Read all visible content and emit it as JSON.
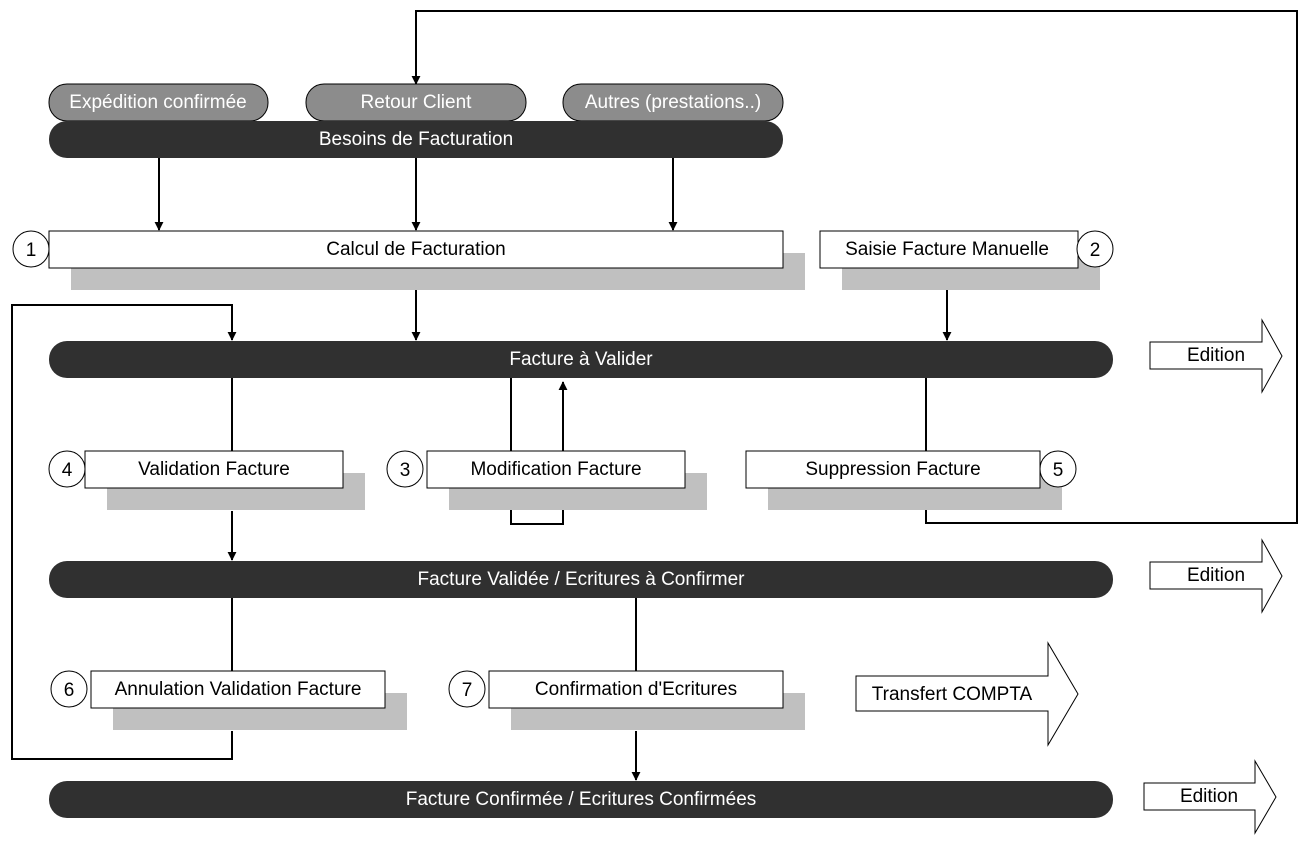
{
  "sources": {
    "expedition": "Expédition confirmée",
    "retour": "Retour Client",
    "autres": "Autres (prestations..)"
  },
  "bars": {
    "besoins": "Besoins de Facturation",
    "a_valider": "Facture à Valider",
    "validee": "Facture Validée / Ecritures à Confirmer",
    "confirmee": "Facture Confirmée / Ecritures Confirmées"
  },
  "processes": {
    "calcul": {
      "num": "1",
      "label": "Calcul de Facturation"
    },
    "saisie": {
      "num": "2",
      "label": "Saisie Facture Manuelle"
    },
    "modification": {
      "num": "3",
      "label": "Modification Facture"
    },
    "validation": {
      "num": "4",
      "label": "Validation Facture"
    },
    "suppression": {
      "num": "5",
      "label": "Suppression Facture"
    },
    "annulation": {
      "num": "6",
      "label": "Annulation Validation Facture"
    },
    "confirmation": {
      "num": "7",
      "label": "Confirmation d'Ecritures"
    }
  },
  "outputs": {
    "edition1": "Edition",
    "edition2": "Edition",
    "transfert": "Transfert COMPTA",
    "edition3": "Edition"
  },
  "colors": {
    "dark_bar": "#303030",
    "gray_pill": "#8c8c8c",
    "shadow": "#c0c0c0",
    "line": "#000000"
  }
}
